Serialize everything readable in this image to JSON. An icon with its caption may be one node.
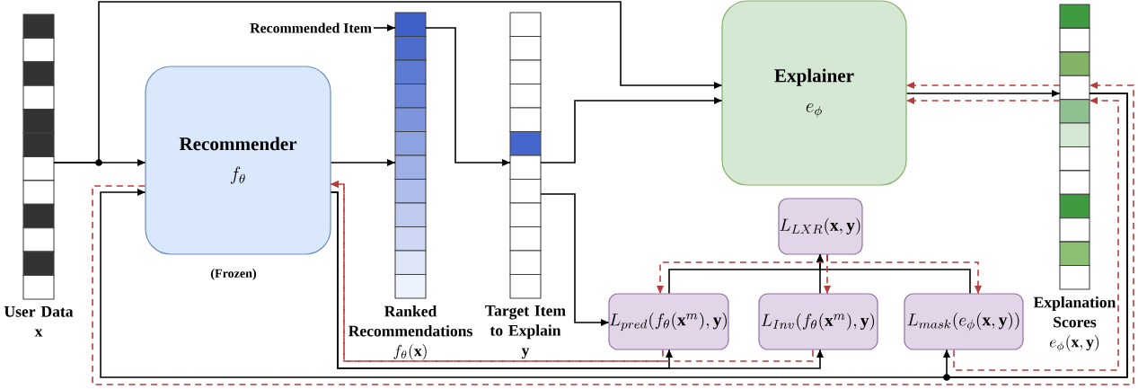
{
  "diagram": {
    "nodes": [
      {
        "text": [
          "User Data",
          "\\mathbf{x}"
        ]
      },
      {
        "text": [
          "Recommender",
          "f_\\theta"
        ],
        "beside": [
          "(Frozen)"
        ]
      },
      {
        "text": [
          "Ranked Recommendations",
          "f_\\theta(\\mathbf{x})"
        ]
      },
      {
        "text": [
          "Recommended Item"
        ]
      },
      {
        "text": [
          "Target Item to Explain",
          "\\mathbf{y}"
        ]
      },
      {
        "text": [
          "Explainer",
          "e_\\phi"
        ]
      },
      {
        "text": [
          "Explanation Scores",
          "e_\\phi(\\mathbf{x},\\mathbf{y})"
        ]
      },
      {
        "text": [
          "L_{LXR}(\\mathbf{x},\\mathbf{y})"
        ]
      },
      {
        "text": [
          "L_{pred}(f_\\theta(\\mathbf{x}^m),\\mathbf{y})"
        ]
      },
      {
        "text": [
          "L_{Inv}(f_\\theta(\\mathbf{x}^m),\\mathbf{y})"
        ]
      },
      {
        "text": [
          "L_{mask}(e_\\phi(\\mathbf{x},\\mathbf{y}))"
        ]
      }
    ],
    "edges": [
      {
        "from": 0,
        "to": 1,
        "arrow": "to"
      },
      {
        "from": 0,
        "to": 5,
        "arrow": "to"
      },
      {
        "from": 1,
        "to": 2,
        "arrow": "to"
      },
      {
        "from": 3,
        "to": 2,
        "arrow": "to"
      },
      {
        "from": 2,
        "to": 4,
        "arrow": "to"
      },
      {
        "from": 4,
        "to": 5,
        "arrow": "to"
      },
      {
        "from": 4,
        "to": 8,
        "arrow": "to"
      },
      {
        "from": 5,
        "to": 6,
        "arrow": "to"
      },
      {
        "from": 6,
        "to": 1,
        "arrow": "to"
      },
      {
        "from": 6,
        "to": 10,
        "arrow": "to"
      },
      {
        "from": 1,
        "to": 8,
        "arrow": "to"
      },
      {
        "from": 1,
        "to": 9,
        "arrow": "to"
      },
      {
        "from": 8,
        "to": 7,
        "arrow": "to"
      },
      {
        "from": 9,
        "to": 7,
        "arrow": "to"
      },
      {
        "from": 10,
        "to": 7,
        "arrow": "to"
      },
      {
        "from": 7,
        "to": 8,
        "arrow": "to",
        "style": "dashed",
        "color": "#b83b3b"
      },
      {
        "from": 7,
        "to": 9,
        "arrow": "to",
        "style": "dashed",
        "color": "#b83b3b"
      },
      {
        "from": 7,
        "to": 10,
        "arrow": "to",
        "style": "dashed",
        "color": "#b83b3b"
      },
      {
        "from": 8,
        "to": 1,
        "arrow": "to",
        "style": "dashed",
        "color": "#b83b3b"
      },
      {
        "from": 9,
        "to": 1,
        "arrow": "to",
        "style": "dashed",
        "color": "#b83b3b"
      },
      {
        "from": 10,
        "to": 6,
        "arrow": "to",
        "style": "dashed",
        "color": "#b83b3b"
      },
      {
        "from": 6,
        "to": 5,
        "arrow": "to",
        "style": "dashed",
        "color": "#b83b3b"
      },
      {
        "from": 1,
        "to": 6,
        "arrow": "to",
        "style": "dashed",
        "color": "#b83b3b"
      },
      {
        "from": 6,
        "to": 5,
        "arrow": "to",
        "style": "dashed",
        "color": "#b83b3b"
      }
    ]
  }
}
